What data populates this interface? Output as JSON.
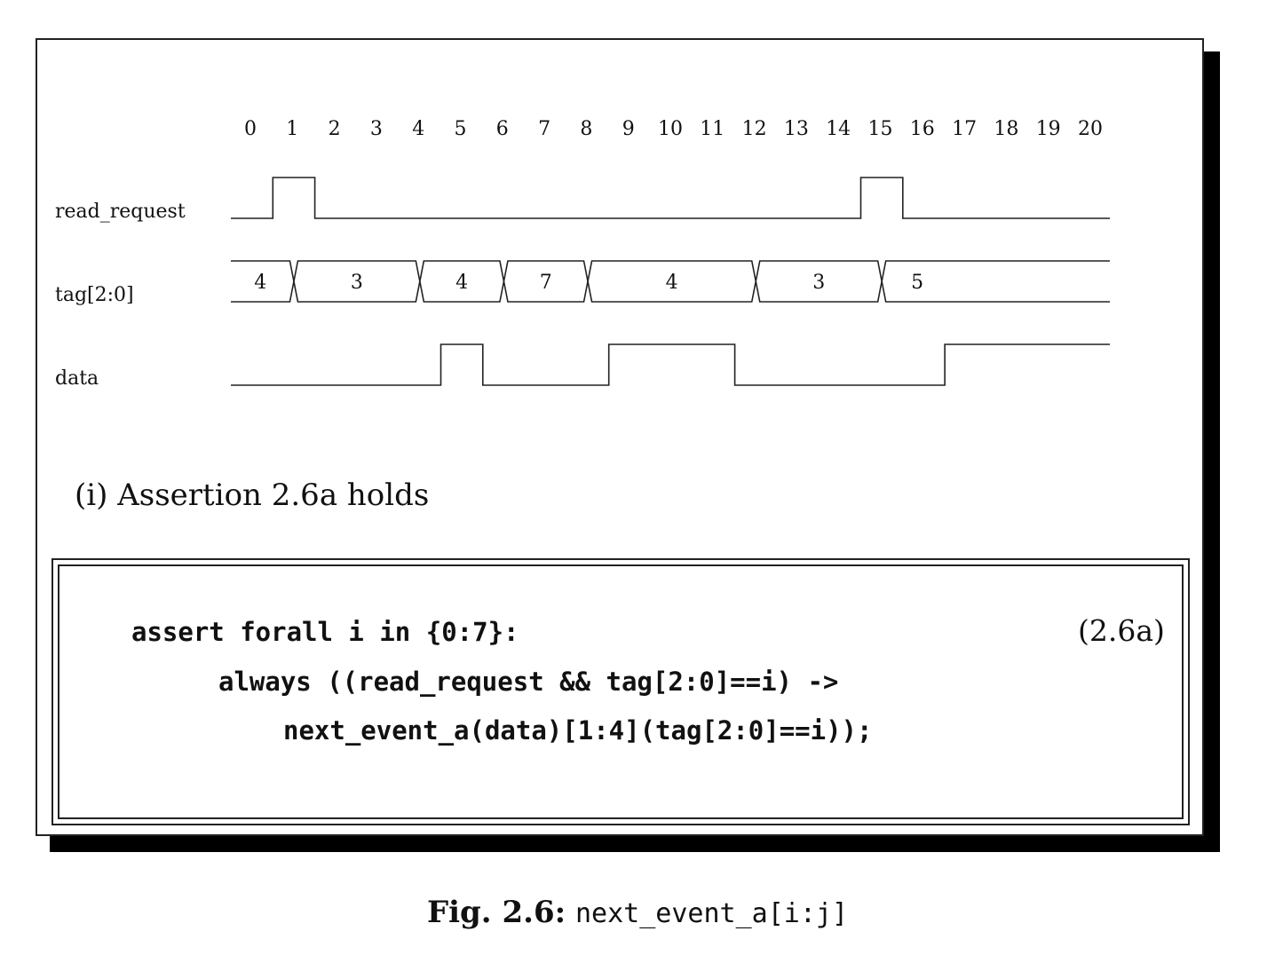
{
  "timing": {
    "cycles": [
      "0",
      "1",
      "2",
      "3",
      "4",
      "5",
      "6",
      "7",
      "8",
      "9",
      "10",
      "11",
      "12",
      "13",
      "14",
      "15",
      "16",
      "17",
      "18",
      "19",
      "20"
    ],
    "signals": [
      {
        "name": "read_request",
        "type": "bit",
        "transitions": [
          [
            0,
            0
          ],
          [
            1,
            1
          ],
          [
            2,
            0
          ],
          [
            15,
            1
          ],
          [
            16,
            0
          ]
        ]
      },
      {
        "name": "tag[2:0]",
        "type": "bus",
        "segments": [
          {
            "start": 0,
            "end": 1.5,
            "value": "4"
          },
          {
            "start": 1.5,
            "end": 4.5,
            "value": "3"
          },
          {
            "start": 4.5,
            "end": 6.5,
            "value": "4"
          },
          {
            "start": 6.5,
            "end": 8.5,
            "value": "7"
          },
          {
            "start": 8.5,
            "end": 12.5,
            "value": "4"
          },
          {
            "start": 12.5,
            "end": 15.5,
            "value": "3"
          },
          {
            "start": 15.5,
            "end": 21,
            "value": "5"
          }
        ]
      },
      {
        "name": "data",
        "type": "bit",
        "transitions": [
          [
            0,
            0
          ],
          [
            5,
            1
          ],
          [
            6,
            0
          ],
          [
            9,
            1
          ],
          [
            12,
            0
          ],
          [
            17,
            1
          ]
        ]
      }
    ]
  },
  "caption_i": "(i)  Assertion 2.6a holds",
  "code": {
    "line1": "assert forall i in {0:7}:",
    "line2": "always ((read_request && tag[2:0]==i) ->",
    "line3": "next_event_a(data)[1:4](tag[2:0]==i));",
    "equation_number": "(2.6a)"
  },
  "figure_caption": {
    "lead": "Fig. 2.6:",
    "title": "next_event_a[i:j]"
  }
}
